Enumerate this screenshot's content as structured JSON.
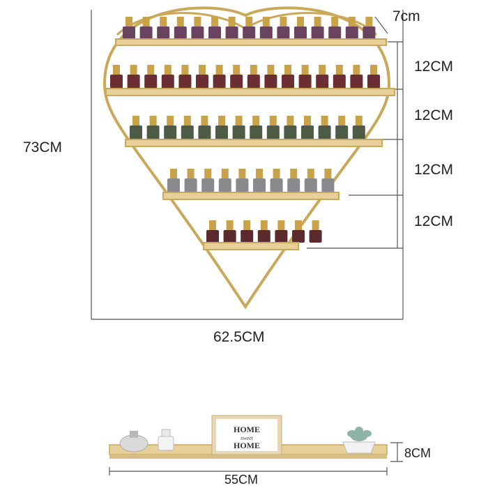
{
  "dimensions": {
    "height_total": "73CM",
    "width_total": "62.5CM",
    "shelf_depth": "7cm",
    "spacings": [
      "12CM",
      "12CM",
      "12CM",
      "12CM"
    ],
    "base_depth": "8CM",
    "base_width": "55CM"
  },
  "decor": {
    "sign_lines": [
      "HOME",
      "sweet",
      "HOME"
    ]
  },
  "colors": {
    "frame_gold": "#c9a85a",
    "shelf_wood": "#e6cf98",
    "bottle_cap": "#c9a24a",
    "row1_bottle": "#6a4360",
    "row2_bottle": "#6b2e34",
    "row3_bottle": "#4e5b47",
    "row4_bottle": "#8a8a8e",
    "row5_bottle": "#5b2a2e",
    "dim_line": "#555555"
  }
}
